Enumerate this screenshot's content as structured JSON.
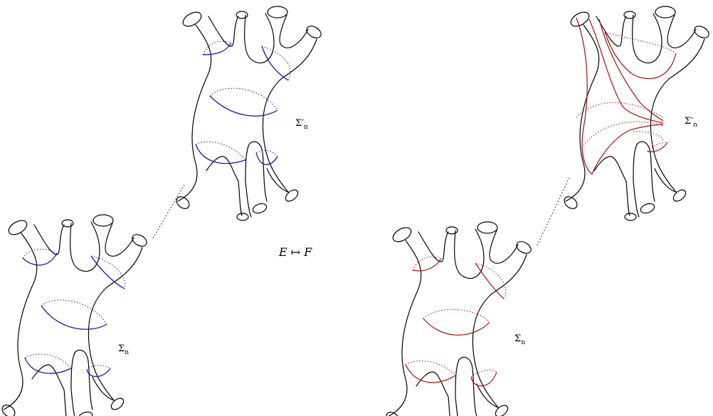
{
  "labels": {
    "sigma_n_prime_left": "Σ′",
    "sigma_n_prime_right": "Σ′",
    "sigma_n_left": "Σ",
    "sigma_n_right": "Σ",
    "subscript": "n",
    "map": "E ↦ F"
  },
  "colors": {
    "outline": "#000000",
    "blue_curves": "#1a1aa6",
    "red_curves": "#a01010"
  }
}
